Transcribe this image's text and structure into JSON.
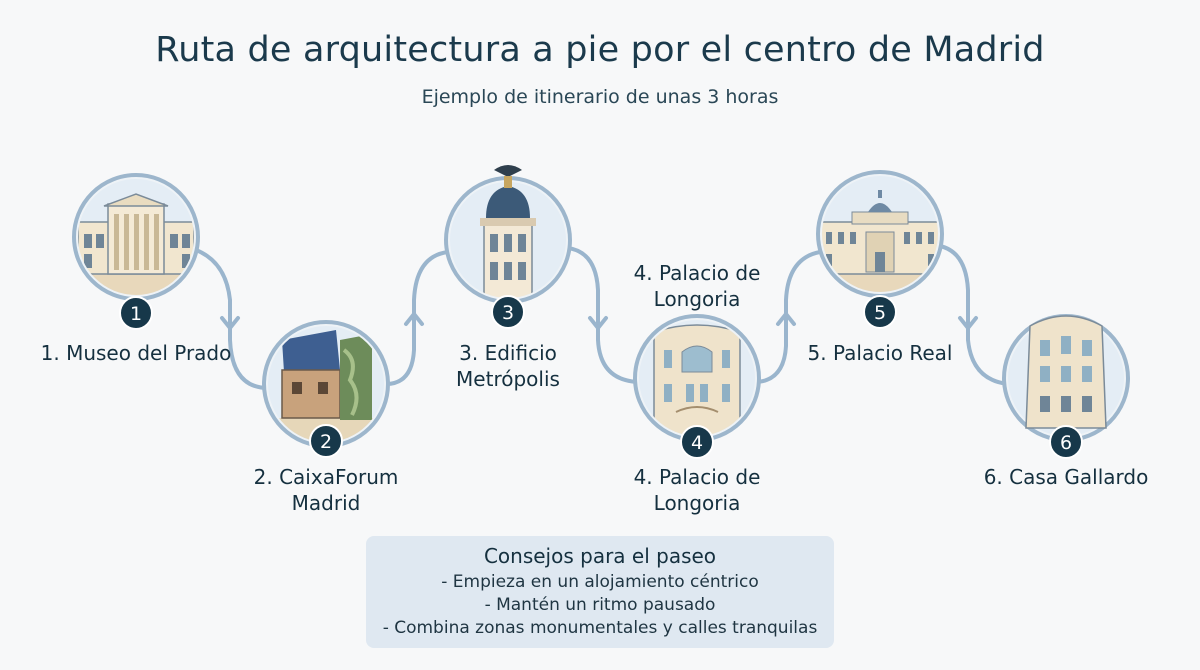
{
  "header": {
    "title": "Ruta de arquitectura a pie por el centro de Madrid",
    "subtitle": "Ejemplo de itinerario de unas 3 horas"
  },
  "stops": [
    {
      "number": "1",
      "label": "1. Museo del Prado",
      "icon": "museo-del-prado-illustration"
    },
    {
      "number": "2",
      "label": "2. CaixaForum Madrid",
      "icon": "caixaforum-illustration"
    },
    {
      "number": "3",
      "label": "3. Edificio Metrópolis",
      "icon": "edificio-metropolis-illustration"
    },
    {
      "number": "4",
      "label": "4. Palacio de Longoria",
      "label_top": "4. Palacio de Longoria",
      "icon": "palacio-de-longoria-illustration"
    },
    {
      "number": "5",
      "label": "5. Palacio Real",
      "icon": "palacio-real-illustration"
    },
    {
      "number": "6",
      "label": "6. Casa Gallardo",
      "icon": "casa-gallardo-illustration"
    }
  ],
  "tips": {
    "title": "Consejos para el paseo",
    "items": [
      "- Empieza en un alojamiento céntrico",
      "- Mantén un ritmo pausado",
      "- Combina zonas monumentales y calles tranquilas"
    ]
  },
  "colors": {
    "route": "#9ab5cd",
    "ring": "#9db6cc",
    "badge": "#17384a",
    "tips_bg": "#dfe8f1"
  }
}
